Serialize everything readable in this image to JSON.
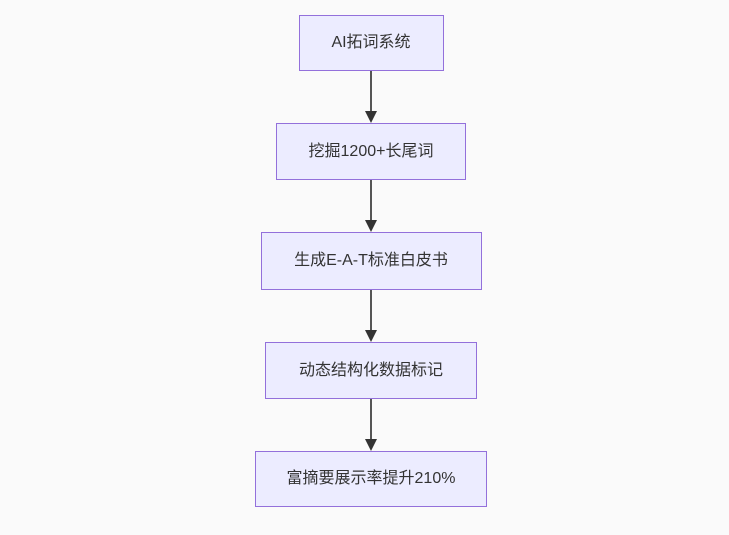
{
  "diagram": {
    "type": "flowchart-vertical",
    "nodes": [
      {
        "label": "AI拓词系统"
      },
      {
        "label": "挖掘1200+长尾词"
      },
      {
        "label": "生成E-A-T标准白皮书"
      },
      {
        "label": "动态结构化数据标记"
      },
      {
        "label": "富摘要展示率提升210%"
      }
    ],
    "edges": [
      {
        "from": "AI拓词系统",
        "to": "挖掘1200+长尾词"
      },
      {
        "from": "挖掘1200+长尾词",
        "to": "生成E-A-T标准白皮书"
      },
      {
        "from": "生成E-A-T标准白皮书",
        "to": "动态结构化数据标记"
      },
      {
        "from": "动态结构化数据标记",
        "to": "富摘要展示率提升210%"
      }
    ],
    "colors": {
      "background": "#fafafa",
      "node_fill": "#ececff",
      "node_border": "#9370db",
      "arrow_line": "#555555",
      "arrow_head": "#333333",
      "text": "#333333"
    }
  }
}
